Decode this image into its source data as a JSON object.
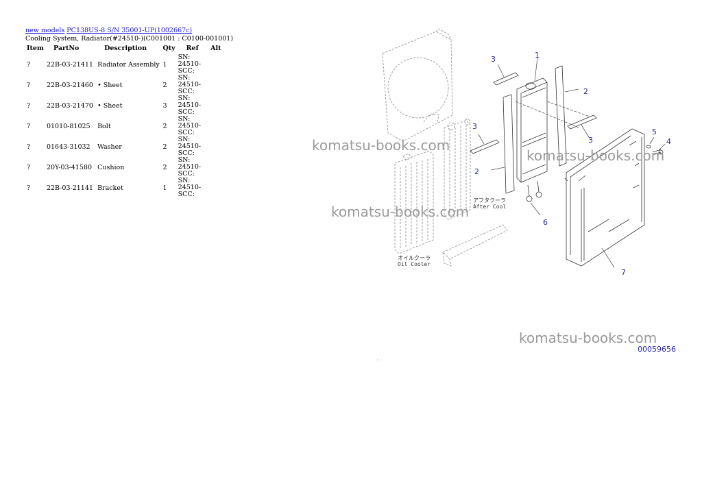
{
  "breadcrumb": {
    "link1": "new models",
    "link2": "PC138US-8 S/N 35001-UP(1002667c)"
  },
  "subtitle": "Cooling System, Radiator(#24510-)(C001001 : C0100-001001)",
  "table": {
    "headers": [
      "Item",
      "PartNo",
      "Description",
      "Qty",
      "Ref",
      "Alt"
    ],
    "rows": [
      {
        "item": "?",
        "part": "22B-03-21411",
        "desc": "Radiator Assembly",
        "qty": "1",
        "ref": "SN: 24510-SCC:",
        "alt": ""
      },
      {
        "item": "?",
        "part": "22B-03-21460",
        "desc": "• Sheet",
        "qty": "2",
        "ref": "SN: 24510-SCC:",
        "alt": ""
      },
      {
        "item": "?",
        "part": "22B-03-21470",
        "desc": "• Sheet",
        "qty": "3",
        "ref": "SN: 24510-SCC:",
        "alt": ""
      },
      {
        "item": "?",
        "part": "01010-81025",
        "desc": "Bolt",
        "qty": "2",
        "ref": "SN: 24510-SCC:",
        "alt": ""
      },
      {
        "item": "?",
        "part": "01643-31032",
        "desc": "Washer",
        "qty": "2",
        "ref": "SN: 24510-SCC:",
        "alt": ""
      },
      {
        "item": "?",
        "part": "20Y-03-41580",
        "desc": "Cushion",
        "qty": "2",
        "ref": "SN: 24510-SCC:",
        "alt": ""
      },
      {
        "item": "?",
        "part": "22B-03-21141",
        "desc": "Bracket",
        "qty": "1",
        "ref": "SN: 24510-SCC:",
        "alt": ""
      }
    ]
  },
  "diagram": {
    "callouts": [
      "1",
      "2",
      "2",
      "3",
      "3",
      "3",
      "4",
      "5",
      "6",
      "7"
    ],
    "labels": {
      "after_cool_jp": "アフタクーラ",
      "after_cool": "After Cool",
      "oil_cooler_jp": "オイルクーラ",
      "oil_cooler": "Oil Cooler"
    },
    "figure_id": "00059656"
  },
  "watermark": "komatsu-books.com",
  "colors": {
    "link": "#1a1acc",
    "callout": "#2a2aa8",
    "watermark": "#9a9a9a"
  }
}
